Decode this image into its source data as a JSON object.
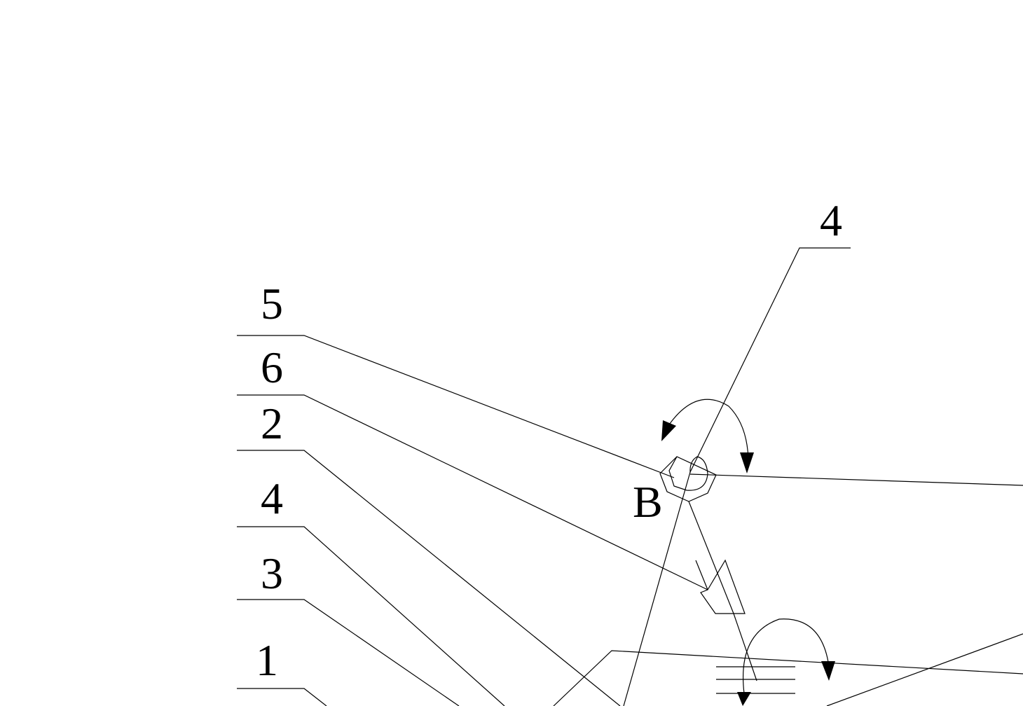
{
  "diagram": {
    "labels": {
      "callout_5": "5",
      "callout_6": "6",
      "callout_2": "2",
      "callout_4_left": "4",
      "callout_3": "3",
      "callout_1": "1",
      "callout_4_top": "4",
      "point_b": "B"
    },
    "colors": {
      "ink": "#000000",
      "background": "#ffffff"
    }
  }
}
